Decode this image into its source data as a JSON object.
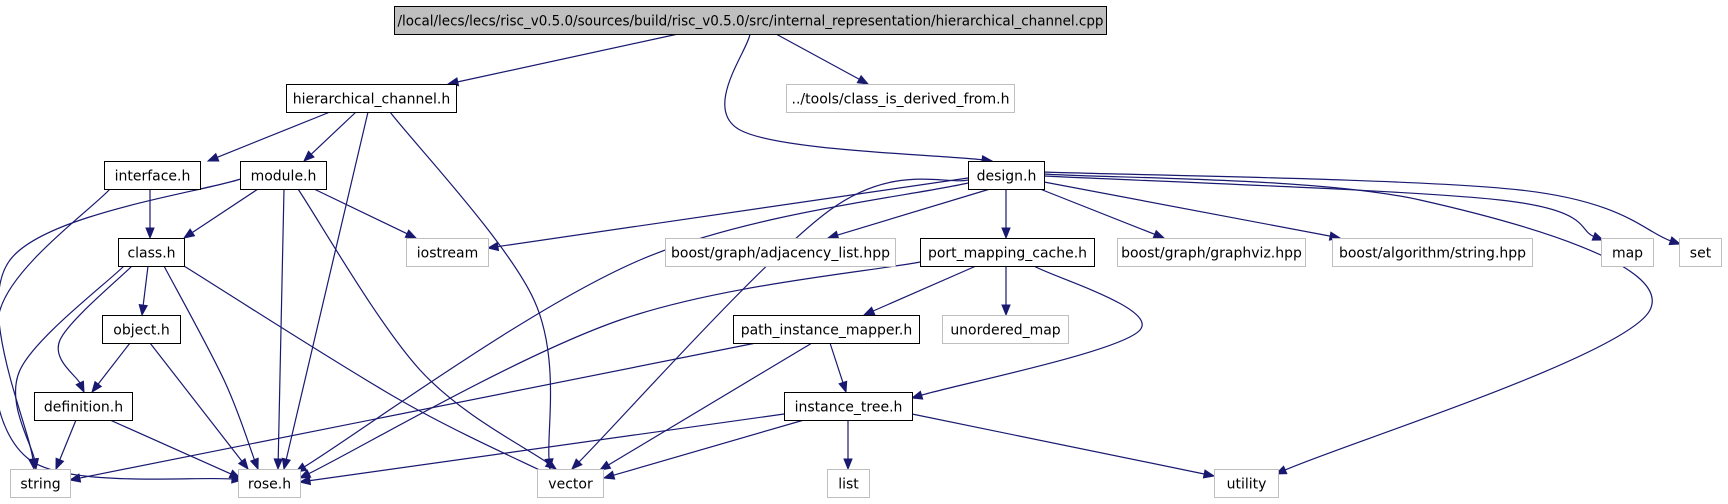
{
  "graph": {
    "root": "/local/lecs/lecs/risc_v0.5.0/sources/build/risc_v0.5.0/src/internal_representation/hierarchical_channel.cpp",
    "colors": {
      "edge": "#191970",
      "root_fill": "#bfbfbf",
      "documented_border": "#000000",
      "external_border": "#bfbfbf"
    },
    "nodes": [
      {
        "id": "root",
        "label": "/local/lecs/lecs/risc_v0.5.0/sources/build/risc_v0.5.0/src/internal_representation/hierarchical_channel.cpp",
        "kind": "root"
      },
      {
        "id": "hierarchical_channel_h",
        "label": "hierarchical_channel.h",
        "kind": "documented"
      },
      {
        "id": "class_is_derived_from_h",
        "label": "../tools/class_is_derived_from.h",
        "kind": "external"
      },
      {
        "id": "interface_h",
        "label": "interface.h",
        "kind": "documented"
      },
      {
        "id": "module_h",
        "label": "module.h",
        "kind": "documented"
      },
      {
        "id": "design_h",
        "label": "design.h",
        "kind": "documented"
      },
      {
        "id": "class_h",
        "label": "class.h",
        "kind": "documented"
      },
      {
        "id": "iostream",
        "label": "iostream",
        "kind": "external"
      },
      {
        "id": "adjacency_list_hpp",
        "label": "boost/graph/adjacency_list.hpp",
        "kind": "external"
      },
      {
        "id": "port_mapping_cache_h",
        "label": "port_mapping_cache.h",
        "kind": "documented"
      },
      {
        "id": "graphviz_hpp",
        "label": "boost/graph/graphviz.hpp",
        "kind": "external"
      },
      {
        "id": "string_hpp",
        "label": "boost/algorithm/string.hpp",
        "kind": "external"
      },
      {
        "id": "map",
        "label": "map",
        "kind": "external"
      },
      {
        "id": "set",
        "label": "set",
        "kind": "external"
      },
      {
        "id": "object_h",
        "label": "object.h",
        "kind": "documented"
      },
      {
        "id": "path_instance_mapper_h",
        "label": "path_instance_mapper.h",
        "kind": "documented"
      },
      {
        "id": "unordered_map",
        "label": "unordered_map",
        "kind": "external"
      },
      {
        "id": "definition_h",
        "label": "definition.h",
        "kind": "documented"
      },
      {
        "id": "instance_tree_h",
        "label": "instance_tree.h",
        "kind": "documented"
      },
      {
        "id": "string",
        "label": "string",
        "kind": "external"
      },
      {
        "id": "rose_h",
        "label": "rose.h",
        "kind": "external"
      },
      {
        "id": "vector",
        "label": "vector",
        "kind": "external"
      },
      {
        "id": "list",
        "label": "list",
        "kind": "external"
      },
      {
        "id": "utility",
        "label": "utility",
        "kind": "external"
      }
    ],
    "edges": [
      {
        "from": "root",
        "to": "hierarchical_channel_h"
      },
      {
        "from": "root",
        "to": "class_is_derived_from_h"
      },
      {
        "from": "root",
        "to": "design_h"
      },
      {
        "from": "hierarchical_channel_h",
        "to": "interface_h"
      },
      {
        "from": "hierarchical_channel_h",
        "to": "module_h"
      },
      {
        "from": "hierarchical_channel_h",
        "to": "rose_h"
      },
      {
        "from": "hierarchical_channel_h",
        "to": "vector"
      },
      {
        "from": "interface_h",
        "to": "class_h"
      },
      {
        "from": "interface_h",
        "to": "rose_h"
      },
      {
        "from": "module_h",
        "to": "class_h"
      },
      {
        "from": "module_h",
        "to": "iostream"
      },
      {
        "from": "module_h",
        "to": "string"
      },
      {
        "from": "module_h",
        "to": "rose_h"
      },
      {
        "from": "module_h",
        "to": "vector"
      },
      {
        "from": "class_h",
        "to": "object_h"
      },
      {
        "from": "class_h",
        "to": "definition_h"
      },
      {
        "from": "class_h",
        "to": "string"
      },
      {
        "from": "class_h",
        "to": "rose_h"
      },
      {
        "from": "class_h",
        "to": "vector"
      },
      {
        "from": "object_h",
        "to": "definition_h"
      },
      {
        "from": "object_h",
        "to": "rose_h"
      },
      {
        "from": "definition_h",
        "to": "string"
      },
      {
        "from": "definition_h",
        "to": "rose_h"
      },
      {
        "from": "design_h",
        "to": "iostream"
      },
      {
        "from": "design_h",
        "to": "adjacency_list_hpp"
      },
      {
        "from": "design_h",
        "to": "port_mapping_cache_h"
      },
      {
        "from": "design_h",
        "to": "graphviz_hpp"
      },
      {
        "from": "design_h",
        "to": "string_hpp"
      },
      {
        "from": "design_h",
        "to": "map"
      },
      {
        "from": "design_h",
        "to": "set"
      },
      {
        "from": "design_h",
        "to": "rose_h"
      },
      {
        "from": "design_h",
        "to": "vector"
      },
      {
        "from": "design_h",
        "to": "utility"
      },
      {
        "from": "port_mapping_cache_h",
        "to": "path_instance_mapper_h"
      },
      {
        "from": "port_mapping_cache_h",
        "to": "unordered_map"
      },
      {
        "from": "port_mapping_cache_h",
        "to": "instance_tree_h"
      },
      {
        "from": "port_mapping_cache_h",
        "to": "rose_h"
      },
      {
        "from": "path_instance_mapper_h",
        "to": "instance_tree_h"
      },
      {
        "from": "path_instance_mapper_h",
        "to": "string"
      },
      {
        "from": "path_instance_mapper_h",
        "to": "vector"
      },
      {
        "from": "instance_tree_h",
        "to": "rose_h"
      },
      {
        "from": "instance_tree_h",
        "to": "vector"
      },
      {
        "from": "instance_tree_h",
        "to": "list"
      },
      {
        "from": "instance_tree_h",
        "to": "utility"
      }
    ]
  }
}
